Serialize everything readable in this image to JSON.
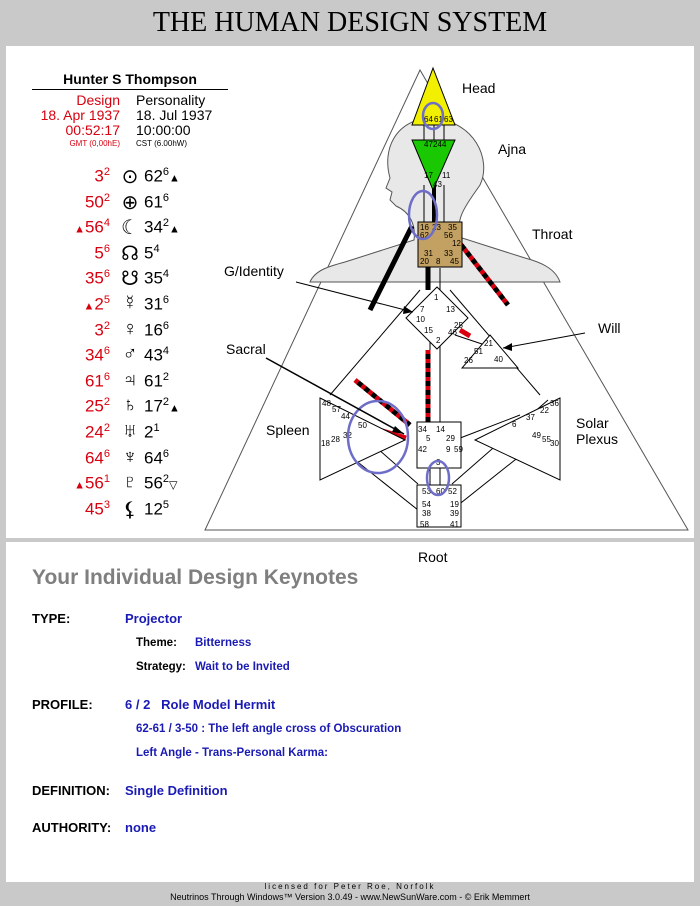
{
  "title": "THE HUMAN DESIGN SYSTEM",
  "person": "Hunter S Thompson",
  "design": {
    "label": "Design",
    "date": "18. Apr 1937",
    "time": "00:52:17",
    "tz": "GMT (0,00hE)"
  },
  "personality": {
    "label": "Personality",
    "date": "18. Jul 1937",
    "time": "10:00:00",
    "tz": "CST (6.00hW)"
  },
  "activations": [
    {
      "design_gate": "3",
      "design_line": "2",
      "design_mark": "",
      "symbol": "⊙",
      "planet": "sun-icon",
      "pers_gate": "62",
      "pers_line": "6",
      "pers_mark": "▲"
    },
    {
      "design_gate": "50",
      "design_line": "2",
      "design_mark": "",
      "symbol": "⊕",
      "planet": "earth-icon",
      "pers_gate": "61",
      "pers_line": "6",
      "pers_mark": ""
    },
    {
      "design_gate": "56",
      "design_line": "4",
      "design_mark": "▲",
      "symbol": "☾",
      "planet": "moon-icon",
      "pers_gate": "34",
      "pers_line": "2",
      "pers_mark": "▲"
    },
    {
      "design_gate": "5",
      "design_line": "6",
      "design_mark": "",
      "symbol": "☊",
      "planet": "north-node-icon",
      "pers_gate": "5",
      "pers_line": "4",
      "pers_mark": ""
    },
    {
      "design_gate": "35",
      "design_line": "6",
      "design_mark": "",
      "symbol": "☋",
      "planet": "south-node-icon",
      "pers_gate": "35",
      "pers_line": "4",
      "pers_mark": ""
    },
    {
      "design_gate": "2",
      "design_line": "5",
      "design_mark": "▲",
      "symbol": "☿",
      "planet": "mercury-icon",
      "pers_gate": "31",
      "pers_line": "6",
      "pers_mark": ""
    },
    {
      "design_gate": "3",
      "design_line": "2",
      "design_mark": "",
      "symbol": "♀",
      "planet": "venus-icon",
      "pers_gate": "16",
      "pers_line": "6",
      "pers_mark": ""
    },
    {
      "design_gate": "34",
      "design_line": "6",
      "design_mark": "",
      "symbol": "♂",
      "planet": "mars-icon",
      "pers_gate": "43",
      "pers_line": "4",
      "pers_mark": ""
    },
    {
      "design_gate": "61",
      "design_line": "6",
      "design_mark": "",
      "symbol": "♃",
      "planet": "jupiter-icon",
      "pers_gate": "61",
      "pers_line": "2",
      "pers_mark": ""
    },
    {
      "design_gate": "25",
      "design_line": "2",
      "design_mark": "",
      "symbol": "♄",
      "planet": "saturn-icon",
      "pers_gate": "17",
      "pers_line": "2",
      "pers_mark": "▲"
    },
    {
      "design_gate": "24",
      "design_line": "2",
      "design_mark": "",
      "symbol": "♅",
      "planet": "uranus-icon",
      "pers_gate": "2",
      "pers_line": "1",
      "pers_mark": ""
    },
    {
      "design_gate": "64",
      "design_line": "6",
      "design_mark": "",
      "symbol": "♆",
      "planet": "neptune-icon",
      "pers_gate": "64",
      "pers_line": "6",
      "pers_mark": ""
    },
    {
      "design_gate": "56",
      "design_line": "1",
      "design_mark": "▲",
      "symbol": "♇",
      "planet": "pluto-icon",
      "pers_gate": "56",
      "pers_line": "2",
      "pers_mark": "▽"
    },
    {
      "design_gate": "45",
      "design_line": "3",
      "design_mark": "",
      "symbol": "⚸",
      "planet": "lilith-icon",
      "pers_gate": "12",
      "pers_line": "5",
      "pers_mark": ""
    }
  ],
  "centers": {
    "head": "Head",
    "ajna": "Ajna",
    "throat": "Throat",
    "g": "G/Identity",
    "will": "Will",
    "sacral": "Sacral",
    "spleen": "Spleen",
    "solar1": "Solar",
    "solar2": "Plexus",
    "root": "Root"
  },
  "gates": {
    "head": [
      "64",
      "61",
      "63"
    ],
    "ajna": [
      "47",
      "24",
      "4",
      "17",
      "11",
      "43"
    ],
    "throat": [
      "16",
      "23",
      "35",
      "62",
      "56",
      "12",
      "31",
      "33",
      "20",
      "8",
      "45"
    ],
    "g": [
      "1",
      "7",
      "13",
      "10",
      "15",
      "2",
      "25",
      "46"
    ],
    "will": [
      "21",
      "51",
      "26",
      "40"
    ],
    "sacral": [
      "34",
      "14",
      "5",
      "29",
      "42",
      "3",
      "9",
      "59"
    ],
    "spleen": [
      "48",
      "57",
      "44",
      "50",
      "32",
      "28",
      "18"
    ],
    "solar": [
      "36",
      "22",
      "37",
      "6",
      "49",
      "55",
      "30"
    ],
    "root": [
      "53",
      "60",
      "52",
      "54",
      "19",
      "38",
      "39",
      "58",
      "41"
    ]
  },
  "colors": {
    "design_red": "#d8000f",
    "head_yellow": "#f2f000",
    "ajna_green": "#19c800",
    "throat_tan": "#c3a163",
    "circle": "#6e6ec8",
    "value_blue": "#1a1ab4"
  },
  "keynotes": {
    "heading": "Your Individual Design Keynotes",
    "type_label": "TYPE:",
    "type_value": "Projector",
    "theme_label": "Theme:",
    "theme_value": "Bitterness",
    "strategy_label": "Strategy:",
    "strategy_value": "Wait to be Invited",
    "profile_label": "PROFILE:",
    "profile_value": "6 / 2   Role Model Hermit",
    "cross": "62-61 / 3-50 :  The left angle cross of Obscuration",
    "angle": "Left Angle - Trans-Personal Karma:",
    "definition_label": "DEFINITION:",
    "definition_value": "Single Definition",
    "authority_label": "AUTHORITY:",
    "authority_value": "none"
  },
  "footer": {
    "license": "licensed for Peter Roe, Norfolk",
    "credit": "Neutrinos Through Windows™ Version 3.0.49 - www.NewSunWare.com - © Erik Memmert"
  }
}
